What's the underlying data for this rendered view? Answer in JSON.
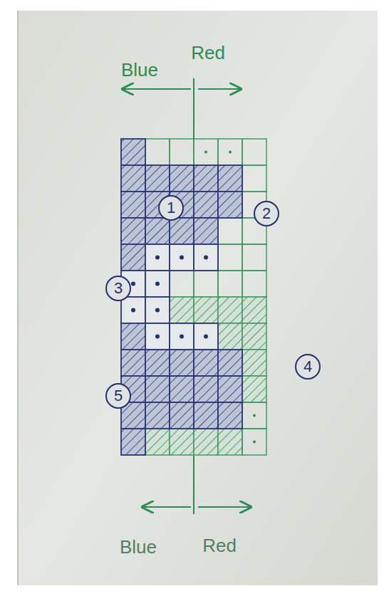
{
  "diagram": {
    "nodes": [
      {
        "text": [
          "1"
        ]
      },
      {
        "text": [
          "2"
        ]
      },
      {
        "text": [
          "3"
        ]
      },
      {
        "text": [
          "4"
        ]
      },
      {
        "text": [
          "5"
        ]
      }
    ],
    "labels": [
      "Blue",
      "Red",
      "Blue",
      "Red"
    ]
  }
}
